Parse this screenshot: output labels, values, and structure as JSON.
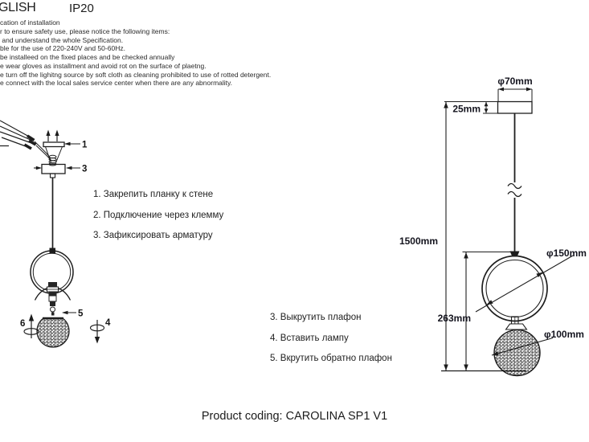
{
  "header": {
    "language_fragment": "GLISH",
    "ip_rating": "IP20"
  },
  "spec": {
    "lines": [
      "cation of installation",
      "r to ensure safety use, please notice the following items:",
      " and understand the whole Specification.",
      "ble for the use of 220-240V and 50-60Hz.",
      "be installeed on the fixed places and be checked annually",
      "e wear gloves as installment and avoid rot on the surface of plaetng.",
      "e turn off the lighitng source by soft cloth as cleaning prohibited to use of rotted detergent.",
      "e connect with the local sales service center when there are any abnormality."
    ]
  },
  "instructions": {
    "mount": [
      "1. Закрепить планку к стене",
      "2. Подключение через клемму",
      "3. Зафиксировать арматуру"
    ],
    "lamp": [
      "3. Выкрутить плафон",
      "4. Вставить лампу",
      "5. Вкрутить обратно плафон"
    ]
  },
  "left_diagram": {
    "labels": {
      "bracket": "1",
      "canopy": "3",
      "shade": "5",
      "rotate_unscrew": "6",
      "rotate_screw": "4"
    }
  },
  "right_diagram": {
    "dims": {
      "canopy_diameter": "φ70mm",
      "canopy_height": "25mm",
      "cable_length": "1500mm",
      "ring_diameter": "φ150mm",
      "fixture_height": "263mm",
      "shade_diameter": "φ100mm"
    }
  },
  "footer": {
    "product_coding": "Product coding: CAROLINA SP1 V1"
  },
  "colors": {
    "ink": "#1c1c1e",
    "background": "#ffffff"
  }
}
